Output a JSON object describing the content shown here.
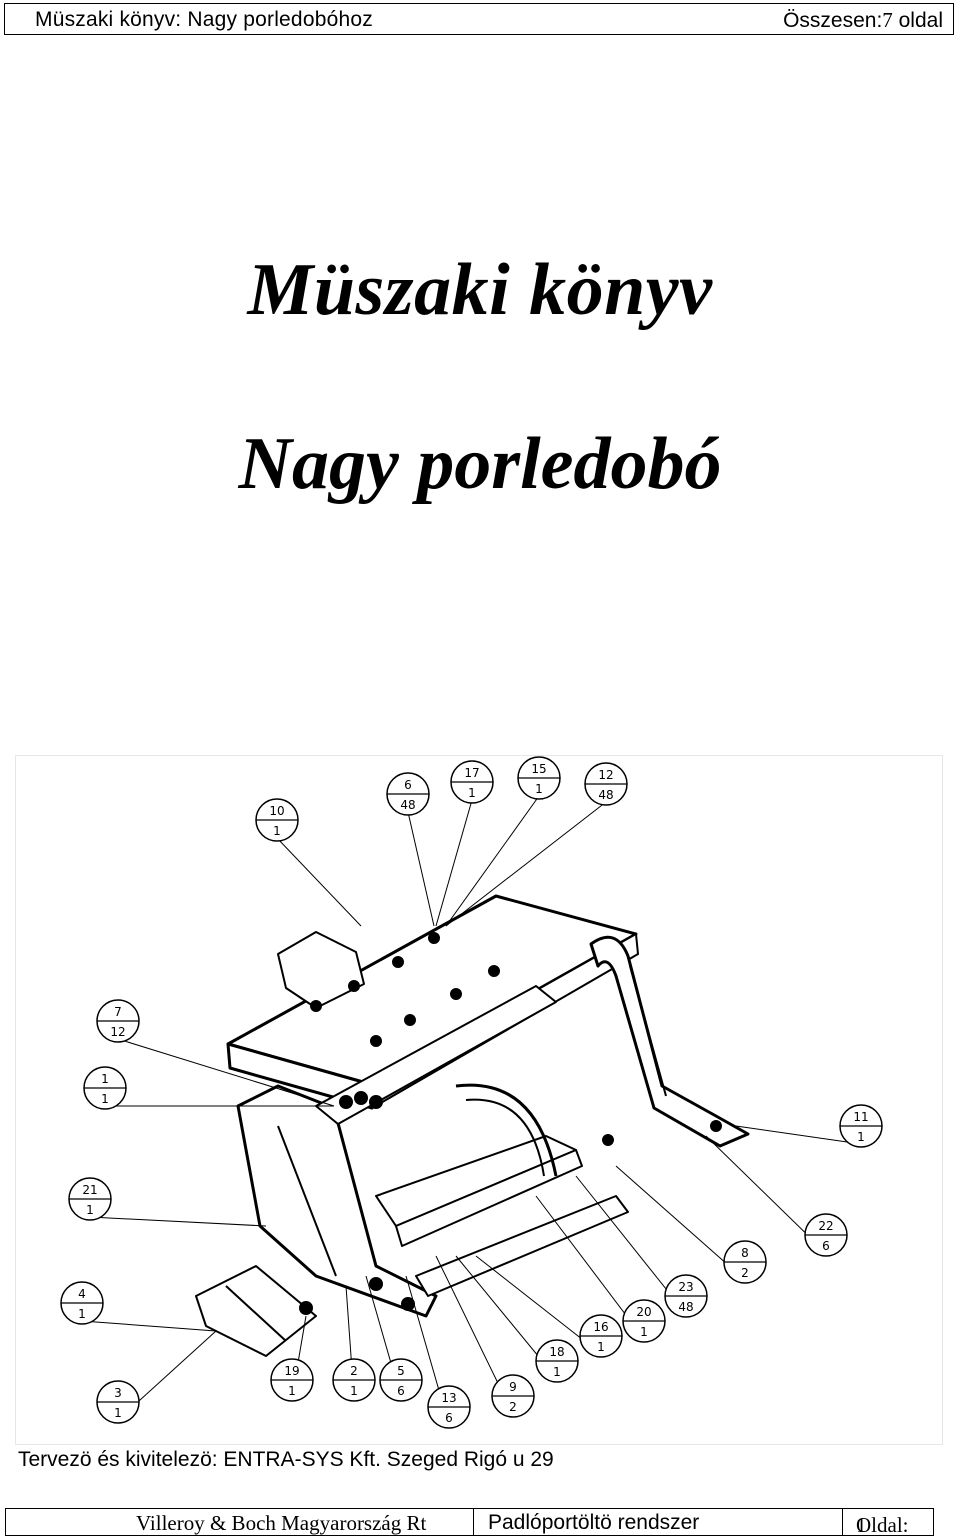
{
  "header": {
    "left_text": "Müszaki könyv: Nagy porledobóhoz",
    "total_label": "Összesen:",
    "total_pages": "7",
    "total_unit": " oldal"
  },
  "title": {
    "line1": "Müszaki könyv",
    "line2": "Nagy porledobó"
  },
  "credit": "Tervezö és kivitelezö: ENTRA-SYS Kft. Szeged Rigó u 29",
  "footer": {
    "company": "Villeroy & Boch Magyarország Rt",
    "system": "Padlóportöltö rendszer",
    "page_label": "Oldal:",
    "page_number": "1"
  },
  "drawing": {
    "balloons": [
      {
        "top": "10",
        "bottom": "1"
      },
      {
        "top": "6",
        "bottom": "48"
      },
      {
        "top": "17",
        "bottom": "1"
      },
      {
        "top": "15",
        "bottom": "1"
      },
      {
        "top": "12",
        "bottom": "48"
      },
      {
        "top": "7",
        "bottom": "12"
      },
      {
        "top": "1",
        "bottom": "1"
      },
      {
        "top": "21",
        "bottom": "1"
      },
      {
        "top": "4",
        "bottom": "1"
      },
      {
        "top": "3",
        "bottom": "1"
      },
      {
        "top": "19",
        "bottom": "1"
      },
      {
        "top": "2",
        "bottom": "1"
      },
      {
        "top": "5",
        "bottom": "6"
      },
      {
        "top": "13",
        "bottom": "6"
      },
      {
        "top": "9",
        "bottom": "2"
      },
      {
        "top": "18",
        "bottom": "1"
      },
      {
        "top": "16",
        "bottom": "1"
      },
      {
        "top": "20",
        "bottom": "1"
      },
      {
        "top": "23",
        "bottom": "48"
      },
      {
        "top": "8",
        "bottom": "2"
      },
      {
        "top": "22",
        "bottom": "6"
      },
      {
        "top": "11",
        "bottom": "1"
      }
    ]
  }
}
